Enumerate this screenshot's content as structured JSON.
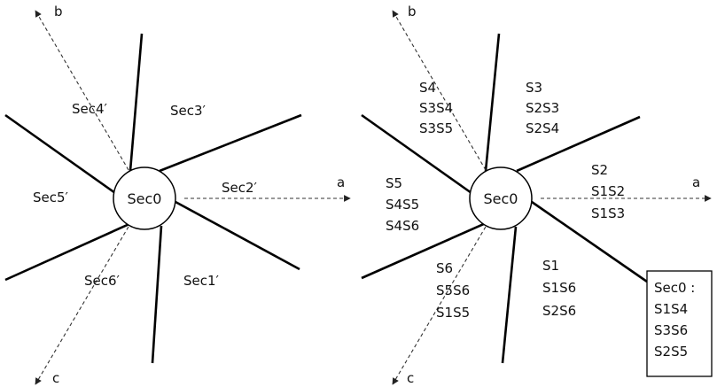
{
  "left_diagram": {
    "center_label": "Sec0",
    "axes": {
      "a": "a",
      "b": "b",
      "c": "c"
    },
    "sectors": [
      "Sec1′",
      "Sec2′",
      "Sec3′",
      "Sec4′",
      "Sec5′",
      "Sec6′"
    ]
  },
  "right_diagram": {
    "center_label": "Sec0",
    "axes": {
      "a": "a",
      "b": "b",
      "c": "c"
    },
    "regions": [
      {
        "lines": [
          "S1",
          "S1S6",
          "S2S6"
        ]
      },
      {
        "lines": [
          "S2",
          "S1S2",
          "S1S3"
        ]
      },
      {
        "lines": [
          "S3",
          "S2S3",
          "S2S4"
        ]
      },
      {
        "lines": [
          "S4",
          "S3S4",
          "S3S5"
        ]
      },
      {
        "lines": [
          "S5",
          "S4S5",
          "S4S6"
        ]
      },
      {
        "lines": [
          "S6",
          "S5S6",
          "S1S5"
        ]
      }
    ],
    "legend": {
      "lines": [
        "Sec0 :",
        "S1S4",
        "S3S6",
        "S2S5"
      ]
    }
  }
}
